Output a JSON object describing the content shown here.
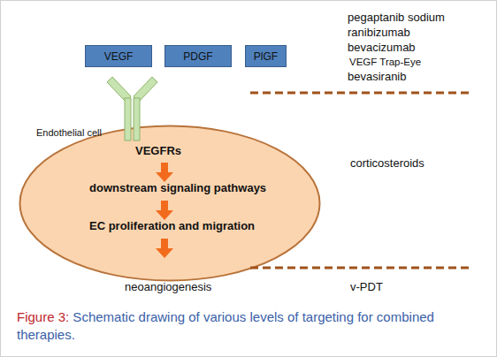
{
  "diagram": {
    "caption": "Figure 3: Schematic drawing of various levels of targeting for combined therapies.",
    "nodes": [
      {
        "text": [
          "VEGF"
        ]
      },
      {
        "text": [
          "PDGF"
        ]
      },
      {
        "text": [
          "PlGF"
        ]
      },
      {
        "text": [
          "Endothelial cell",
          "VEGFRs",
          "downstream signaling pathways",
          "EC proliferation and migration"
        ]
      }
    ],
    "labels": [
      "pegaptanib sodium",
      "ranibizumab",
      "bevacizumab",
      "VEGF Trap-Eye",
      "bevasiranib",
      "corticosteroids",
      "v-PDT",
      "neoangiogenesis"
    ]
  }
}
